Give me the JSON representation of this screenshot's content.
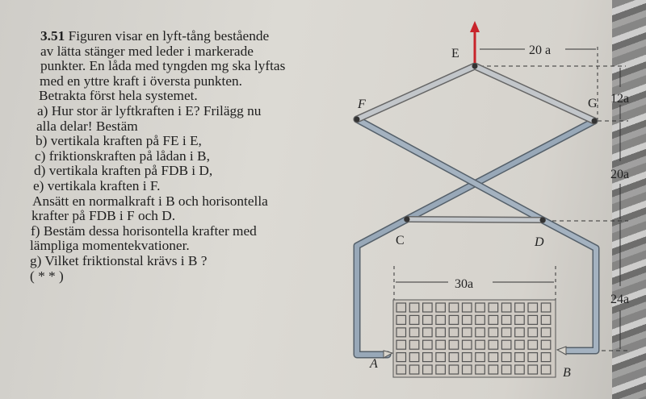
{
  "problem": {
    "number": "3.51",
    "lines": [
      "Figuren visar en lyft-tång bestående",
      "av lätta stänger med leder i markerade",
      "punkter. En låda med tyngden mg ska lyftas",
      "med en yttre kraft i översta punkten.",
      "Betrakta först hela systemet.",
      "a) Hur stor är lyftkraften i E? Frilägg nu",
      "alla delar! Bestäm",
      "b) vertikala kraften på FE i E,",
      "c) friktionskraften på lådan i B,",
      "d) vertikala kraften på FDB i D,",
      "e) vertikala kraften i F.",
      "Ansätt en normalkraft i B och horisontella",
      "krafter på FDB i F och D.",
      "f) Bestäm dessa horisontella krafter med",
      "lämpliga momentekvationer.",
      "g) Vilket friktionstal krävs i B ?",
      "( * * )"
    ]
  },
  "figure": {
    "points": {
      "E": "E",
      "F": "F",
      "G": "G",
      "C": "C",
      "D": "D",
      "A": "A",
      "B": "B"
    },
    "dimensions": {
      "top": "20 a",
      "d1": "12a",
      "d2": "20a",
      "d3": "24a",
      "box": "30a"
    },
    "colors": {
      "force_arrow": "#c8242b",
      "bar": "#a9b0b8",
      "arm": "#8e9eb0"
    }
  }
}
